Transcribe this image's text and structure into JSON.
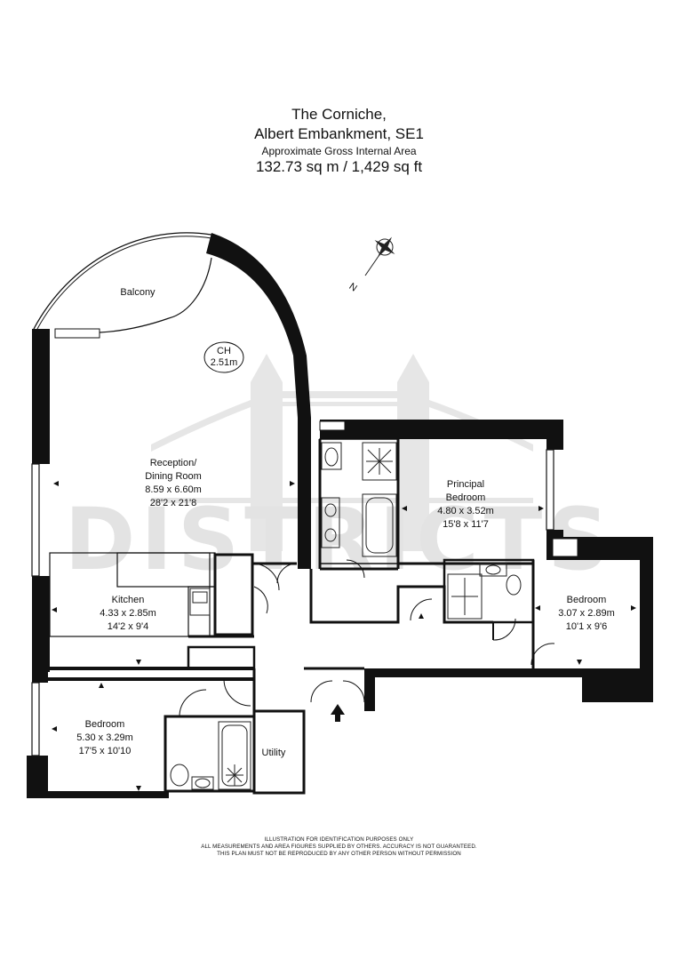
{
  "header": {
    "title_line1": "The Corniche,",
    "title_line2": "Albert Embankment, SE1",
    "area_label": "Approximate Gross Internal Area",
    "area_value": "132.73 sq m  /  1,429 sq ft"
  },
  "watermark": {
    "text": "DISTRICTS"
  },
  "compass": {
    "label": "N"
  },
  "ceiling": {
    "label": "CH",
    "value": "2.51m"
  },
  "rooms": {
    "balcony": {
      "name": "Balcony"
    },
    "reception": {
      "name_line1": "Reception/",
      "name_line2": "Dining Room",
      "metric": "8.59 x 6.60m",
      "imperial": "28'2 x 21'8"
    },
    "kitchen": {
      "name": "Kitchen",
      "metric": "4.33 x 2.85m",
      "imperial": "14'2 x 9'4"
    },
    "principal": {
      "name_line1": "Principal",
      "name_line2": "Bedroom",
      "metric": "4.80 x 3.52m",
      "imperial": "15'8 x 11'7"
    },
    "bedroom2": {
      "name": "Bedroom",
      "metric": "3.07 x 2.89m",
      "imperial": "10'1 x 9'6"
    },
    "bedroom3": {
      "name": "Bedroom",
      "metric": "5.30 x 3.29m",
      "imperial": "17'5 x 10'10"
    },
    "utility": {
      "name": "Utility"
    }
  },
  "disclaimer": {
    "line1": "ILLUSTRATION FOR IDENTIFICATION PURPOSES ONLY",
    "line2": "ALL MEASUREMENTS AND AREA FIGURES SUPPLIED BY OTHERS. ACCURACY IS NOT GUARANTEED.",
    "line3": "THIS PLAN MUST NOT BE REPRODUCED BY ANY OTHER PERSON WITHOUT PERMISSION"
  },
  "colors": {
    "wall": "#111111",
    "watermark": "#e3e3e3",
    "fixture": "#222222"
  }
}
